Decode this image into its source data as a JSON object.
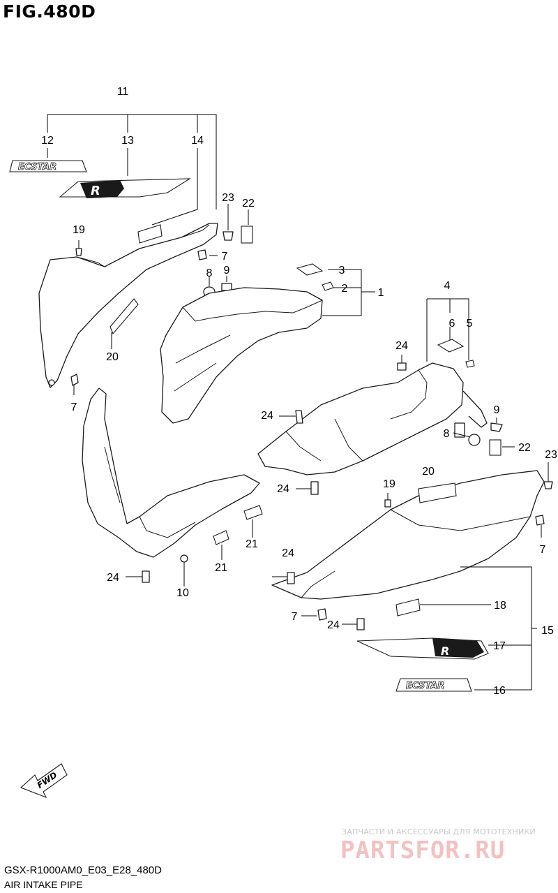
{
  "figure_title": "FIG.480D",
  "footer": {
    "model_code": "GSX-R1000AM0_E03_E28_480D",
    "section_name": "AIR INTAKE PIPE"
  },
  "watermark": {
    "tagline": "ЗАПЧАСТИ И АКСЕССУАРЫ ДЛЯ МОТОТЕХНИКИ",
    "brand": "PARTSFOR.RU"
  },
  "decals": {
    "ecstar": "ECSTAR",
    "fwd": "FWD"
  },
  "callouts": [
    "11",
    "12",
    "13",
    "14",
    "19",
    "23",
    "22",
    "7",
    "8",
    "9",
    "3",
    "2",
    "1",
    "20",
    "7",
    "4",
    "6",
    "5",
    "24",
    "24",
    "9",
    "8",
    "22",
    "23",
    "24",
    "20",
    "19",
    "21",
    "21",
    "24",
    "10",
    "24",
    "7",
    "18",
    "7",
    "24",
    "15",
    "17",
    "16"
  ]
}
